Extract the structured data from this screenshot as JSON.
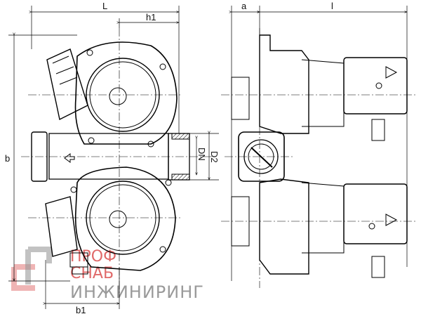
{
  "drawing": {
    "title": "Twin circulation pump dimensional drawing",
    "dimensions": {
      "L": "L",
      "h1": "h1",
      "b": "b",
      "b1": "b1",
      "DN": "DN",
      "D2": "D2",
      "a": "a",
      "l": "l"
    }
  },
  "watermark": {
    "line1": "ПРОФ",
    "line2": "СНАБ",
    "line3": "ИНЖИНИРИНГ",
    "accent": "#e06a6a"
  }
}
